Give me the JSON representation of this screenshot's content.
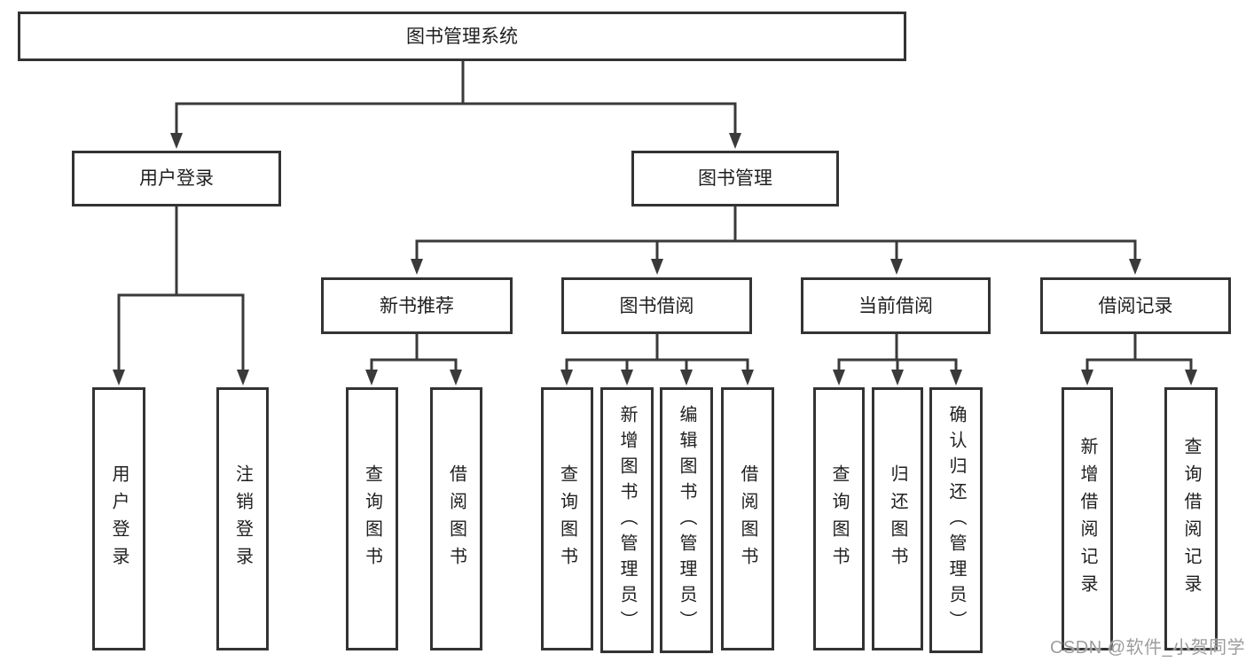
{
  "diagram": {
    "title_note": "library management system feature tree",
    "nodes": {
      "root": "图书管理系统",
      "user_login": "用户登录",
      "book_mgmt": "图书管理",
      "new_book_rec": "新书推荐",
      "book_borrow": "图书借阅",
      "current_borrow": "当前借阅",
      "borrow_record": "借阅记录",
      "leaf_user_login": "用户登录",
      "leaf_logout": "注销登录",
      "rec_query_book": "查询图书",
      "rec_borrow_book": "借阅图书",
      "bb_query_book": "查询图书",
      "bb_add_book": "新增图书（管理员）",
      "bb_edit_book": "编辑图书（管理员）",
      "bb_borrow_book": "借阅图书",
      "cb_query_book": "查询图书",
      "cb_return_book": "归还图书",
      "cb_confirm_return": "确认归还（管理员）",
      "br_add_record": "新增借阅记录",
      "br_query_record": "查询借阅记录"
    }
  },
  "watermark": {
    "text": "CSDN @软件_小贺同学"
  },
  "colors": {
    "background": "#ffffff",
    "box_border": "#333333",
    "connector_line": "#3a3a3a",
    "node_text": "#1f1f1f",
    "watermark_text": "#9d9d9d"
  }
}
